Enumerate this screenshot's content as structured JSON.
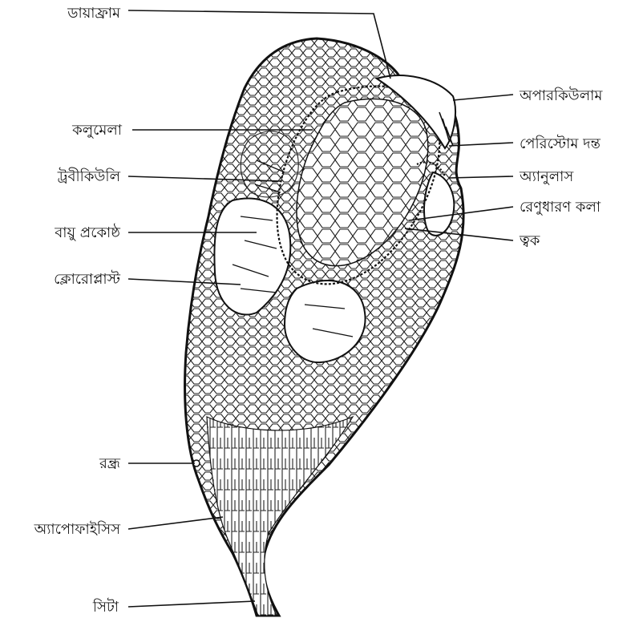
{
  "figure": {
    "title": "",
    "labels": {
      "diaphragm": "ডায়াফ্রাম",
      "columella": "কলুমেলা",
      "trabeculae": "ট্রবীকিউলি",
      "air_chamber": "বায়ু প্রকোষ্ঠ",
      "chloroplast": "ক্লোরোপ্লাস্ট",
      "stoma": "রন্ধ্র",
      "apophysis": "অ্যাপোফাইসিস",
      "seta": "সিটা",
      "operculum": "অপারকিউলাম",
      "peristome_teeth": "পেরিস্টোম দন্ত",
      "annulus": "অ্যানুলাস",
      "sporogenous_tissue": "রেণুধারণ কলা",
      "epidermis": "ত্বক"
    }
  }
}
